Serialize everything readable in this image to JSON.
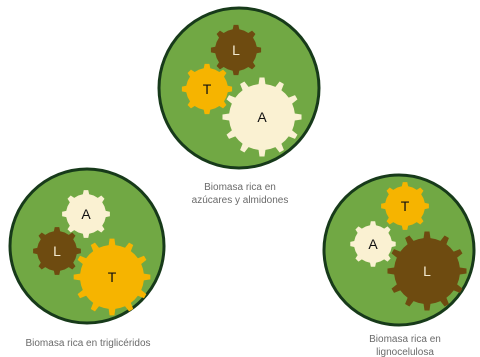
{
  "colors": {
    "circle_fill": "#71a844",
    "circle_stroke": "#173a1a",
    "gear_l": "#6e4b10",
    "gear_t": "#f6b400",
    "gear_a": "#faf1d2",
    "letter_dark": "#111111",
    "letter_light": "#f3e9cf",
    "caption": "#6a6a6a"
  },
  "groups": [
    {
      "id": "sugars-starches",
      "caption_lines": [
        "Biomasa rica en",
        "azúcares y almidones"
      ],
      "gears": [
        {
          "type": "L",
          "label": "L"
        },
        {
          "type": "T",
          "label": "T"
        },
        {
          "type": "A",
          "label": "A"
        }
      ]
    },
    {
      "id": "triglycerides",
      "caption_lines": [
        "Biomasa rica en triglicéridos"
      ],
      "gears": [
        {
          "type": "A",
          "label": "A"
        },
        {
          "type": "L",
          "label": "L"
        },
        {
          "type": "T",
          "label": "T"
        }
      ]
    },
    {
      "id": "lignocellulose",
      "caption_lines": [
        "Biomasa rica en",
        "lignocelulosa"
      ],
      "gears": [
        {
          "type": "T",
          "label": "T"
        },
        {
          "type": "A",
          "label": "A"
        },
        {
          "type": "L",
          "label": "L"
        }
      ]
    }
  ]
}
